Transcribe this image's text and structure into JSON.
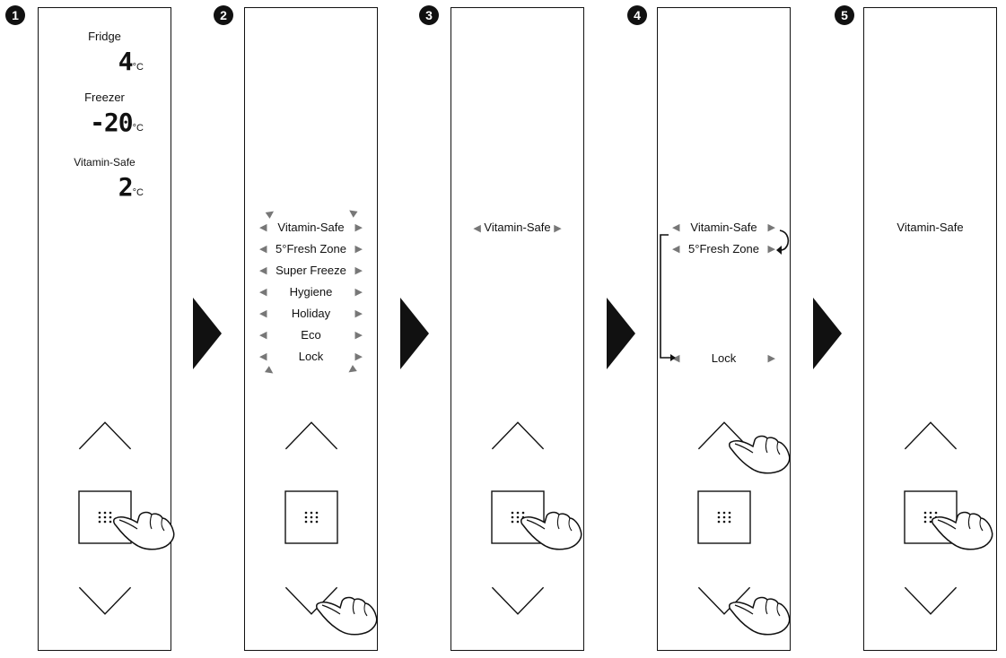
{
  "steps": [
    "1",
    "2",
    "3",
    "4",
    "5"
  ],
  "panel1": {
    "fridge_label": "Fridge",
    "fridge_value": "4",
    "fridge_unit": "°C",
    "freezer_label": "Freezer",
    "freezer_value": "-20",
    "freezer_unit": "°C",
    "vitamin_label": "Vitamin-Safe",
    "vitamin_value": "2",
    "vitamin_unit": "°C"
  },
  "panel2": {
    "menu": [
      "Vitamin-Safe",
      "5°Fresh Zone",
      "Super Freeze",
      "Hygiene",
      "Holiday",
      "Eco",
      "Lock"
    ]
  },
  "panel3": {
    "selected": "Vitamin-Safe"
  },
  "panel4": {
    "items": [
      "Vitamin-Safe",
      "5°Fresh Zone",
      "Lock"
    ]
  },
  "panel5": {
    "label": "Vitamin-Safe"
  },
  "icons": {
    "up": "chevron-up-icon",
    "select": "grid-dots-icon",
    "down": "chevron-down-icon",
    "hand": "pointing-hand-icon",
    "next": "play-triangle-icon"
  }
}
